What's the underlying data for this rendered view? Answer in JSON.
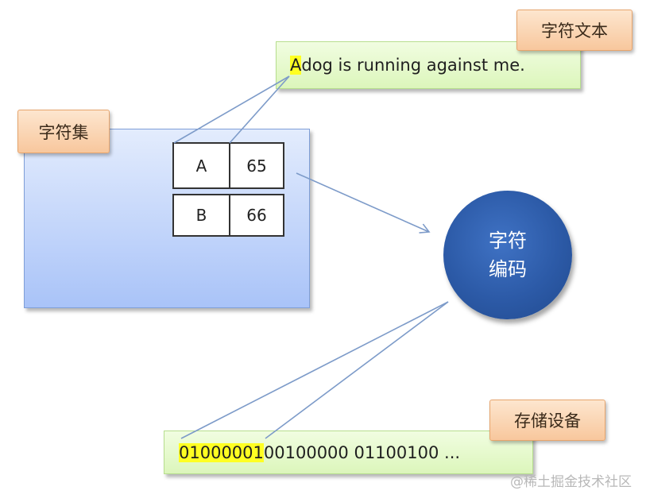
{
  "labels": {
    "text_tag": "字符文本",
    "charset_tag": "字符集",
    "storage_tag": "存储设备",
    "encoding_line1": "字符",
    "encoding_line2": "编码"
  },
  "text_bar": {
    "highlight": "A",
    "rest": " dog is running against me."
  },
  "table": [
    {
      "char": "A",
      "code": "65"
    },
    {
      "char": "B",
      "code": "66"
    }
  ],
  "storage_bar": {
    "highlight": "01000001",
    "rest": " 00100000 01100100 ..."
  },
  "watermark": "@稀土掘金技术社区",
  "colors": {
    "highlight": "#ffff22",
    "circle": "#2c5aa7",
    "tag": "#f8c79d",
    "green_bar": "#dcf6bb",
    "charset_box": "#a9c3f8",
    "line": "#7d9bc9"
  }
}
